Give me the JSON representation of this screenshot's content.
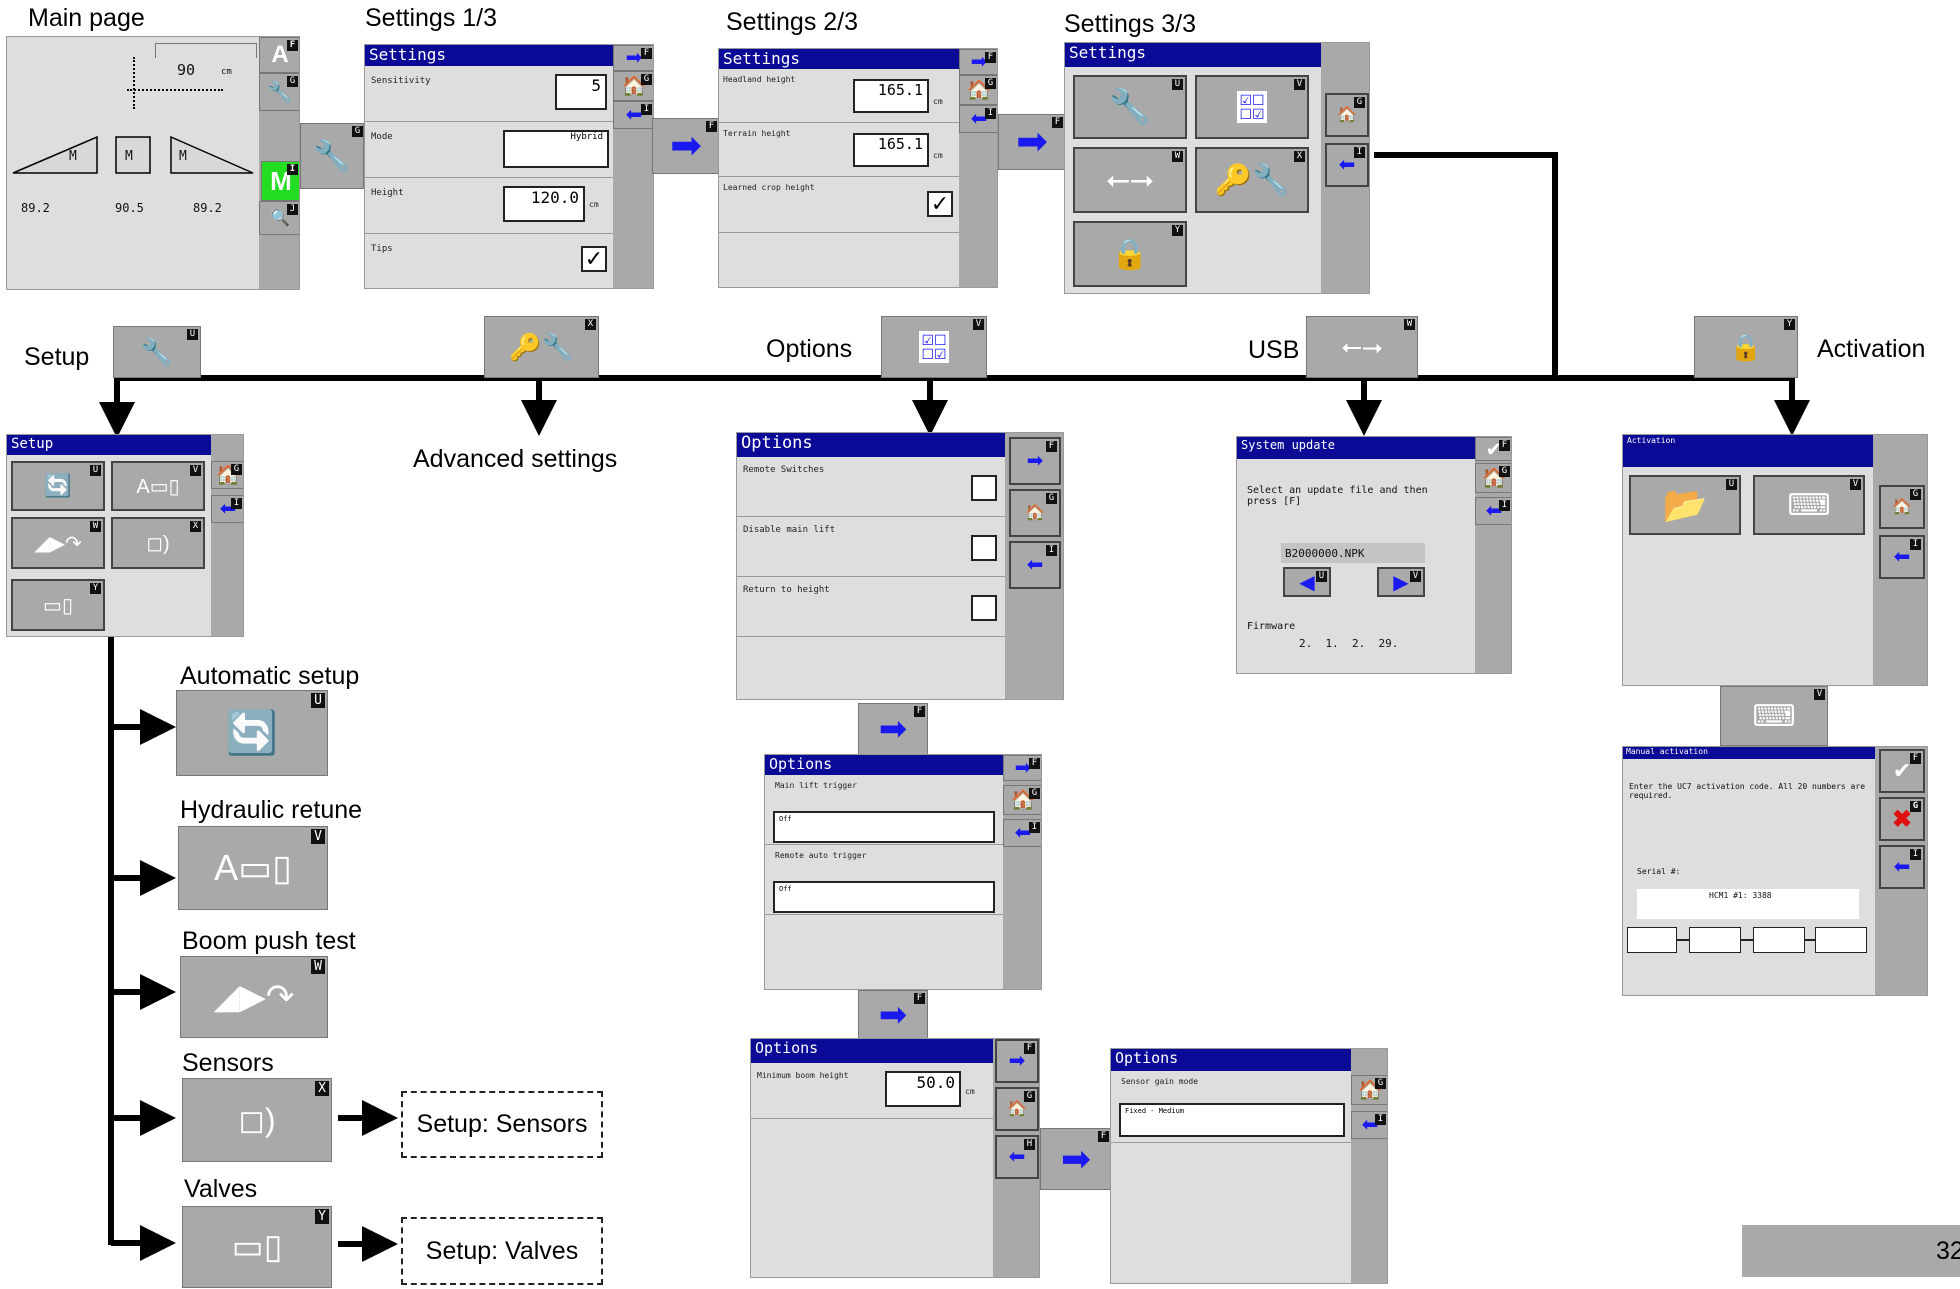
{
  "labels": {
    "main_page": "Main page",
    "settings1": "Settings 1/3",
    "settings2": "Settings 2/3",
    "settings3": "Settings 3/3",
    "setup": "Setup",
    "advanced": "Advanced settings",
    "options": "Options",
    "usb": "USB",
    "activation": "Activation",
    "automatic_setup": "Automatic setup",
    "hydraulic_retune": "Hydraulic retune",
    "boom_push_test": "Boom push test",
    "sensors": "Sensors",
    "valves": "Valves",
    "setup_sensors": "Setup: Sensors",
    "setup_valves": "Setup: Valves",
    "page_number": "32"
  },
  "main_page": {
    "height_value": "90",
    "height_unit": "cm",
    "section_labels": [
      "M",
      "M",
      "M"
    ],
    "readings": [
      "89.2",
      "90.5",
      "89.2"
    ],
    "mode_auto": "A",
    "mode_manual": "M",
    "keys": [
      "F",
      "G",
      "I",
      "J"
    ]
  },
  "settings_1": {
    "title": "Settings",
    "rows": [
      {
        "label": "Sensitivity",
        "value": "5"
      },
      {
        "label": "Mode",
        "value": "Hybrid"
      },
      {
        "label": "Height",
        "value": "120.0",
        "unit": "cm"
      },
      {
        "label": "Tips",
        "value": "✓"
      }
    ]
  },
  "settings_2": {
    "title": "Settings",
    "rows": [
      {
        "label": "Headland height",
        "value": "165.1",
        "unit": "cm"
      },
      {
        "label": "Terrain height",
        "value": "165.1",
        "unit": "cm"
      },
      {
        "label": "Learned crop height",
        "value": "✓"
      }
    ]
  },
  "settings_3": {
    "title": "Settings",
    "keys": [
      "U",
      "V",
      "W",
      "X",
      "Y"
    ]
  },
  "setup_screen": {
    "title": "Setup",
    "keys": [
      "U",
      "V",
      "W",
      "X",
      "Y"
    ]
  },
  "options_1": {
    "title": "Options",
    "rows": [
      "Remote Switches",
      "Disable main lift",
      "Return to height"
    ]
  },
  "options_2": {
    "title": "Options",
    "rows": [
      {
        "label": "Main lift trigger",
        "value": "Off"
      },
      {
        "label": "Remote auto trigger",
        "value": "Off"
      }
    ]
  },
  "options_3": {
    "title": "Options",
    "label": "Minimum boom height",
    "value": "50.0",
    "unit": "cm"
  },
  "options_4": {
    "title": "Options",
    "label": "Sensor gain mode",
    "value": "Fixed - Medium"
  },
  "system_update": {
    "title": "System update",
    "instruction": "Select an update file and then press [F]",
    "file": "B2000000.NPK",
    "firmware_label": "Firmware",
    "firmware_version": "2.  1.  2.  29."
  },
  "activation_screen": {
    "title": "Activation"
  },
  "manual_activation": {
    "title": "Manual activation",
    "instruction": "Enter the UC7 activation code. All 20 numbers are required.",
    "serial_label": "Serial #:",
    "serial_value": "HCM1 #1: 3388"
  },
  "colors": {
    "title_bar": "#0a0a96",
    "screen_bg": "#dedede",
    "side_bar": "#a9a9a9",
    "highlight_green": "#22dd22",
    "arrow_blue": "#1a1af0",
    "cancel_red": "#e01010"
  },
  "icons": [
    "wrench-icon",
    "home-icon",
    "back-arrow-icon",
    "next-arrow-icon",
    "usb-icon",
    "key-wrench-icon",
    "lock-icon",
    "checkbox-grid-icon",
    "folder-icon",
    "keyboard-icon",
    "magnifier-icon",
    "sensor-icon",
    "valve-icon",
    "boom-push-icon",
    "auto-setup-icon",
    "check-icon",
    "cross-icon",
    "triangle-left-icon",
    "triangle-right-icon"
  ]
}
